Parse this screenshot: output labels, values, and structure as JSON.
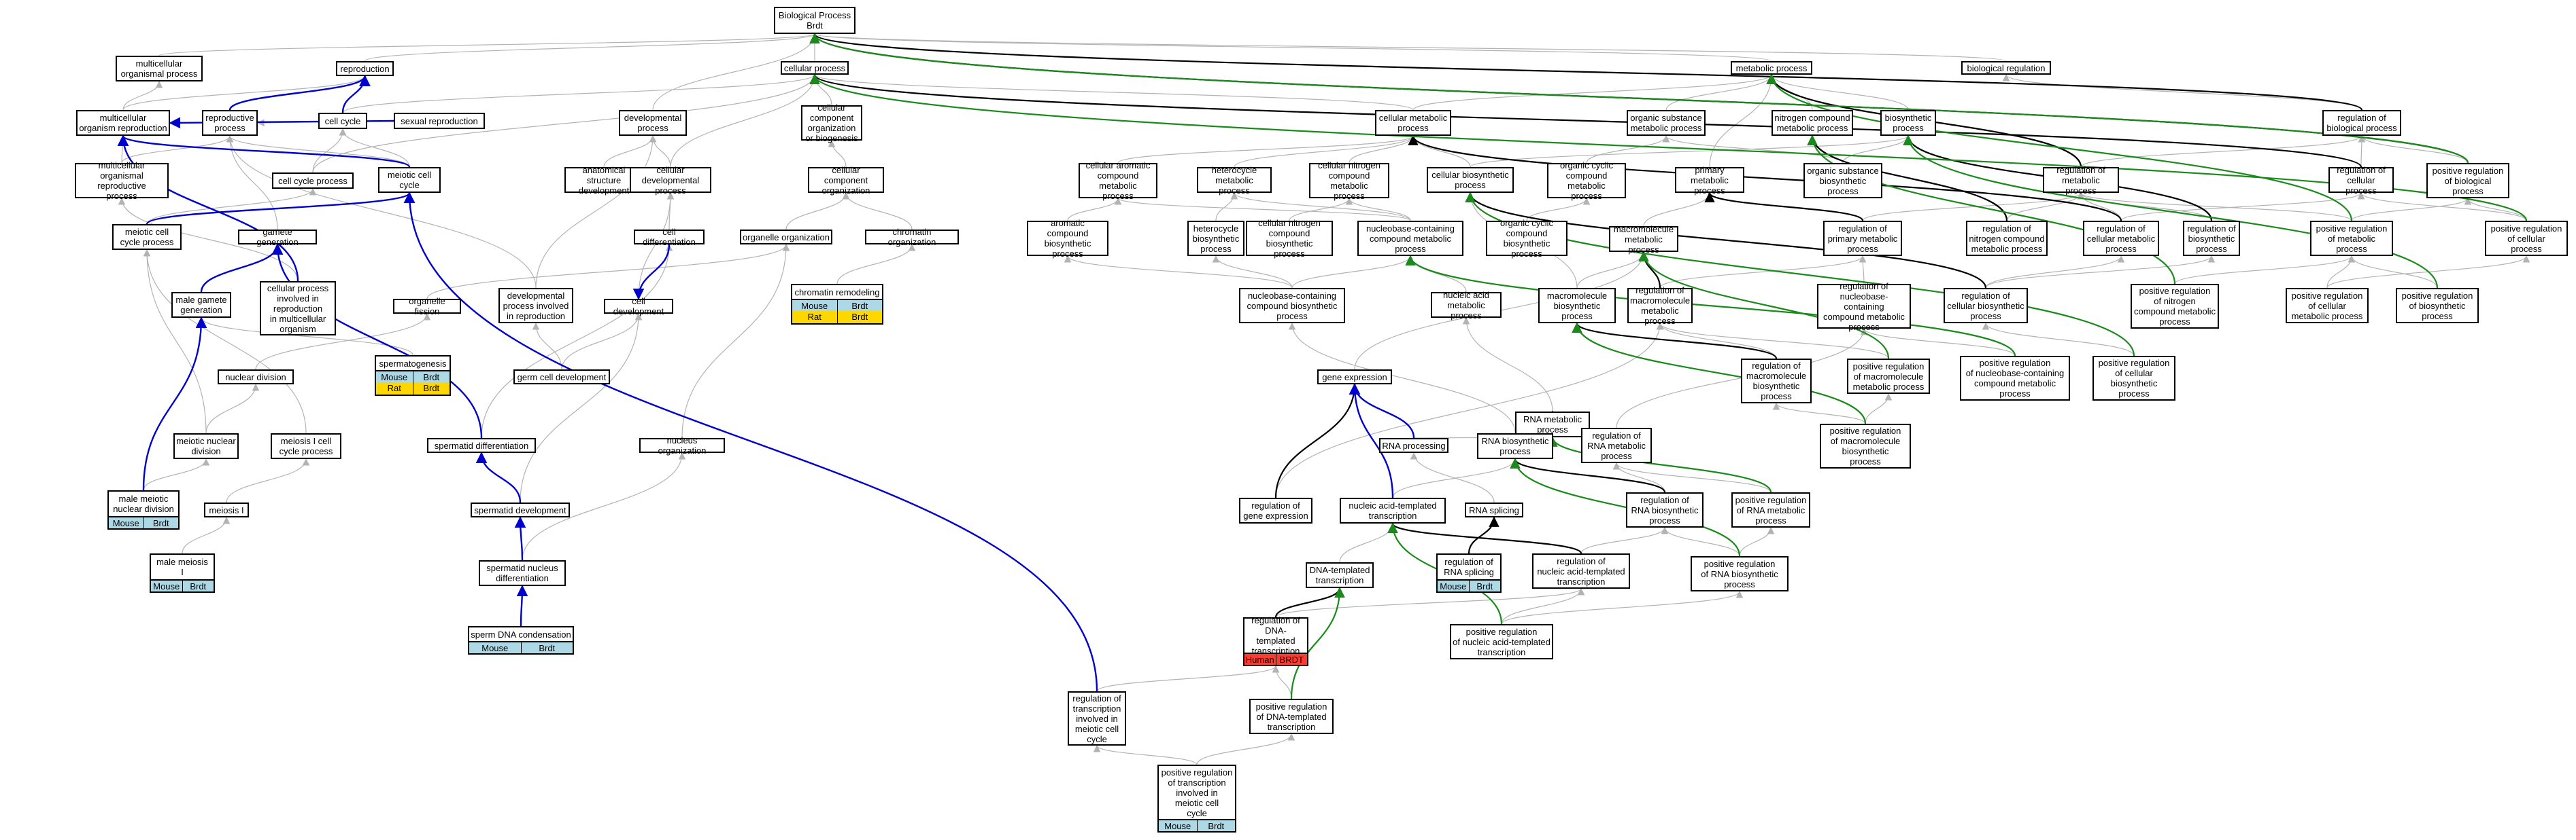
{
  "graph": {
    "colors": {
      "is_a": "#b3b3b3",
      "part_of": "#000000",
      "regulates": "#0000cc",
      "positively_regulates": "#1a8a1a",
      "mouse": "#add8e6",
      "rat": "#ffd700",
      "human": "#ff3b30"
    },
    "nodes": [
      {
        "id": "bp",
        "label": "Biological Process\nBrdt"
      },
      {
        "id": "cp",
        "label": "cellular process"
      },
      {
        "id": "rep",
        "label": "reproduction"
      },
      {
        "id": "mcop",
        "label": "multicellular\norganismal process"
      },
      {
        "id": "mop",
        "label": "metabolic process"
      },
      {
        "id": "breg",
        "label": "biological regulation"
      },
      {
        "id": "mor",
        "label": "multicellular\norganism reproduction"
      },
      {
        "id": "rp",
        "label": "reproductive\nprocess"
      },
      {
        "id": "cc",
        "label": "cell cycle"
      },
      {
        "id": "sr",
        "label": "sexual reproduction"
      },
      {
        "id": "dp",
        "label": "developmental\nprocess"
      },
      {
        "id": "ccob",
        "label": "cellular component\norganization\nor biogenesis"
      },
      {
        "id": "cmp",
        "label": "cellular metabolic\nprocess"
      },
      {
        "id": "osmp",
        "label": "organic substance\nmetabolic process"
      },
      {
        "id": "ncmp",
        "label": "nitrogen compound\nmetabolic process"
      },
      {
        "id": "bsp",
        "label": "biosynthetic\nprocess"
      },
      {
        "id": "rbp",
        "label": "regulation of\nbiological process"
      },
      {
        "id": "prbp",
        "label": "positive regulation\nof biological\nprocess"
      },
      {
        "id": "morp",
        "label": "multicellular\norganismal reproductive\nprocess"
      },
      {
        "id": "ccp",
        "label": "cell cycle process"
      },
      {
        "id": "mcc",
        "label": "meiotic cell\ncycle"
      },
      {
        "id": "asd",
        "label": "anatomical structure\ndevelopment"
      },
      {
        "id": "cdp",
        "label": "cellular developmental\nprocess"
      },
      {
        "id": "cco",
        "label": "cellular component\norganization"
      },
      {
        "id": "cacmp",
        "label": "cellular aromatic\ncompound metabolic\nprocess"
      },
      {
        "id": "hmp",
        "label": "heterocycle\nmetabolic process"
      },
      {
        "id": "cncmp",
        "label": "cellular nitrogen\ncompound metabolic\nprocess"
      },
      {
        "id": "cbp",
        "label": "cellular biosynthetic\nprocess"
      },
      {
        "id": "occmp",
        "label": "organic cyclic\ncompound metabolic\nprocess"
      },
      {
        "id": "pmp",
        "label": "primary metabolic\nprocess"
      },
      {
        "id": "osbp",
        "label": "organic substance\nbiosynthetic\nprocess"
      },
      {
        "id": "rmp",
        "label": "regulation of\nmetabolic process"
      },
      {
        "id": "rcp",
        "label": "regulation of\ncellular process"
      },
      {
        "id": "prcp",
        "label": "positive regulation\nof cellular\nprocess"
      },
      {
        "id": "mccp",
        "label": "meiotic cell\ncycle process"
      },
      {
        "id": "gg",
        "label": "gamete generation"
      },
      {
        "id": "cd",
        "label": "cell differentiation"
      },
      {
        "id": "oo",
        "label": "organelle organization"
      },
      {
        "id": "co",
        "label": "chromatin organization"
      },
      {
        "id": "acbp",
        "label": "aromatic compound\nbiosynthetic\nprocess"
      },
      {
        "id": "hbp",
        "label": "heterocycle\nbiosynthetic\nprocess"
      },
      {
        "id": "cncbp",
        "label": "cellular nitrogen\ncompound biosynthetic\nprocess"
      },
      {
        "id": "nbcmp",
        "label": "nucleobase-containing\ncompound metabolic\nprocess"
      },
      {
        "id": "occbp",
        "label": "organic cyclic\ncompound biosynthetic\nprocess"
      },
      {
        "id": "mmp",
        "label": "macromolecule\nmetabolic process"
      },
      {
        "id": "rpmp",
        "label": "regulation of\nprimary metabolic\nprocess"
      },
      {
        "id": "rncmp",
        "label": "regulation of\nnitrogen compound\nmetabolic process"
      },
      {
        "id": "rcmp",
        "label": "regulation of\ncellular metabolic\nprocess"
      },
      {
        "id": "rbsp",
        "label": "regulation of\nbiosynthetic\nprocess"
      },
      {
        "id": "prmp",
        "label": "positive regulation\nof metabolic\nprocess"
      },
      {
        "id": "mgg",
        "label": "male gamete\ngeneration"
      },
      {
        "id": "cpimo",
        "label": "cellular process\ninvolved in\nreproduction\nin multicellular\norganism"
      },
      {
        "id": "of",
        "label": "organelle fission"
      },
      {
        "id": "dpir",
        "label": "developmental\nprocess involved\nin reproduction"
      },
      {
        "id": "cdev",
        "label": "cell development"
      },
      {
        "id": "chr",
        "label": "chromatin remodeling"
      },
      {
        "id": "sg",
        "label": "spermatogenesis"
      },
      {
        "id": "nbcbp",
        "label": "nucleobase-containing\ncompound biosynthetic\nprocess"
      },
      {
        "id": "namp",
        "label": "nucleic acid\nmetabolic process"
      },
      {
        "id": "mbp",
        "label": "macromolecule\nbiosynthetic\nprocess"
      },
      {
        "id": "rmmp",
        "label": "regulation of\nmacromolecule\nmetabolic process"
      },
      {
        "id": "rnbcmp",
        "label": "regulation of\nnucleobase-containing\ncompound metabolic\nprocess"
      },
      {
        "id": "rcbp",
        "label": "regulation of\ncellular biosynthetic\nprocess"
      },
      {
        "id": "prncmp",
        "label": "positive regulation\nof nitrogen\ncompound metabolic\nprocess"
      },
      {
        "id": "prcmp",
        "label": "positive regulation\nof cellular\nmetabolic process"
      },
      {
        "id": "prbsp",
        "label": "positive regulation\nof biosynthetic\nprocess"
      },
      {
        "id": "nd",
        "label": "nuclear division"
      },
      {
        "id": "gcd",
        "label": "germ cell development"
      },
      {
        "id": "ge",
        "label": "gene expression"
      },
      {
        "id": "rmbp",
        "label": "regulation of\nmacromolecule\nbiosynthetic\nprocess"
      },
      {
        "id": "prmmp",
        "label": "positive regulation\nof macromolecule\nmetabolic process"
      },
      {
        "id": "prnbcmp",
        "label": "positive regulation\nof nucleobase-containing\ncompound metabolic\nprocess"
      },
      {
        "id": "prcbp",
        "label": "positive regulation\nof cellular\nbiosynthetic\nprocess"
      },
      {
        "id": "mnd",
        "label": "meiotic nuclear\ndivision"
      },
      {
        "id": "m1ccp",
        "label": "meiosis I cell\ncycle process"
      },
      {
        "id": "rnamp",
        "label": "RNA metabolic\nprocess"
      },
      {
        "id": "sd",
        "label": "spermatid differentiation"
      },
      {
        "id": "rnap",
        "label": "RNA processing"
      },
      {
        "id": "rnabp",
        "label": "RNA biosynthetic\nprocess"
      },
      {
        "id": "rrmp",
        "label": "regulation of\nRNA metabolic\nprocess"
      },
      {
        "id": "no",
        "label": "nucleus organization"
      },
      {
        "id": "prmbp",
        "label": "positive regulation\nof macromolecule\nbiosynthetic\nprocess"
      },
      {
        "id": "mm1",
        "label": "male meiotic\nnuclear division"
      },
      {
        "id": "m1",
        "label": "meiosis I"
      },
      {
        "id": "sdev",
        "label": "spermatid development"
      },
      {
        "id": "rgeexp",
        "label": "regulation of\ngene expression"
      },
      {
        "id": "natt",
        "label": "nucleic acid-templated\ntranscription"
      },
      {
        "id": "rs",
        "label": "RNA splicing"
      },
      {
        "id": "rrbp",
        "label": "regulation of\nRNA biosynthetic\nprocess"
      },
      {
        "id": "prrmp",
        "label": "positive regulation\nof RNA metabolic\nprocess"
      },
      {
        "id": "mmi",
        "label": "male meiosis\nI"
      },
      {
        "id": "snd",
        "label": "spermatid nucleus\ndifferentiation"
      },
      {
        "id": "rrs",
        "label": "regulation of\nRNA splicing"
      },
      {
        "id": "rnatt",
        "label": "regulation of\nnucleic acid-templated\ntranscription"
      },
      {
        "id": "prrbp",
        "label": "positive regulation\nof RNA biosynthetic\nprocess"
      },
      {
        "id": "dtt",
        "label": "DNA-templated\ntranscription"
      },
      {
        "id": "rdtt",
        "label": "regulation of\nDNA-templated\ntranscription"
      },
      {
        "id": "prnatt",
        "label": "positive regulation\nof nucleic acid-templated\ntranscription"
      },
      {
        "id": "sdc",
        "label": "sperm DNA condensation"
      },
      {
        "id": "rtimcc",
        "label": "regulation of\ntranscription\ninvolved in\nmeiotic cell\ncycle"
      },
      {
        "id": "prdtt",
        "label": "positive regulation\nof DNA-templated\ntranscription"
      },
      {
        "id": "prtimcc",
        "label": "positive regulation\nof transcription\ninvolved in\nmeiotic cell\ncycle"
      }
    ],
    "annotations": [
      {
        "node": "chr",
        "rows": [
          [
            "Mouse",
            "Brdt",
            "mouse"
          ],
          [
            "Rat",
            "Brdt",
            "rat"
          ]
        ]
      },
      {
        "node": "sg",
        "rows": [
          [
            "Mouse",
            "Brdt",
            "mouse"
          ],
          [
            "Rat",
            "Brdt",
            "rat"
          ]
        ]
      },
      {
        "node": "mm1",
        "rows": [
          [
            "Mouse",
            "Brdt",
            "mouse"
          ]
        ]
      },
      {
        "node": "mmi",
        "rows": [
          [
            "Mouse",
            "Brdt",
            "mouse"
          ]
        ]
      },
      {
        "node": "rrs",
        "rows": [
          [
            "Mouse",
            "Brdt",
            "mouse"
          ]
        ]
      },
      {
        "node": "sdc",
        "rows": [
          [
            "Mouse",
            "Brdt",
            "mouse"
          ]
        ]
      },
      {
        "node": "rdtt",
        "rows": [
          [
            "Human",
            "BRDT",
            "human"
          ]
        ]
      },
      {
        "node": "prtimcc",
        "rows": [
          [
            "Mouse",
            "Brdt",
            "mouse"
          ]
        ]
      }
    ]
  }
}
